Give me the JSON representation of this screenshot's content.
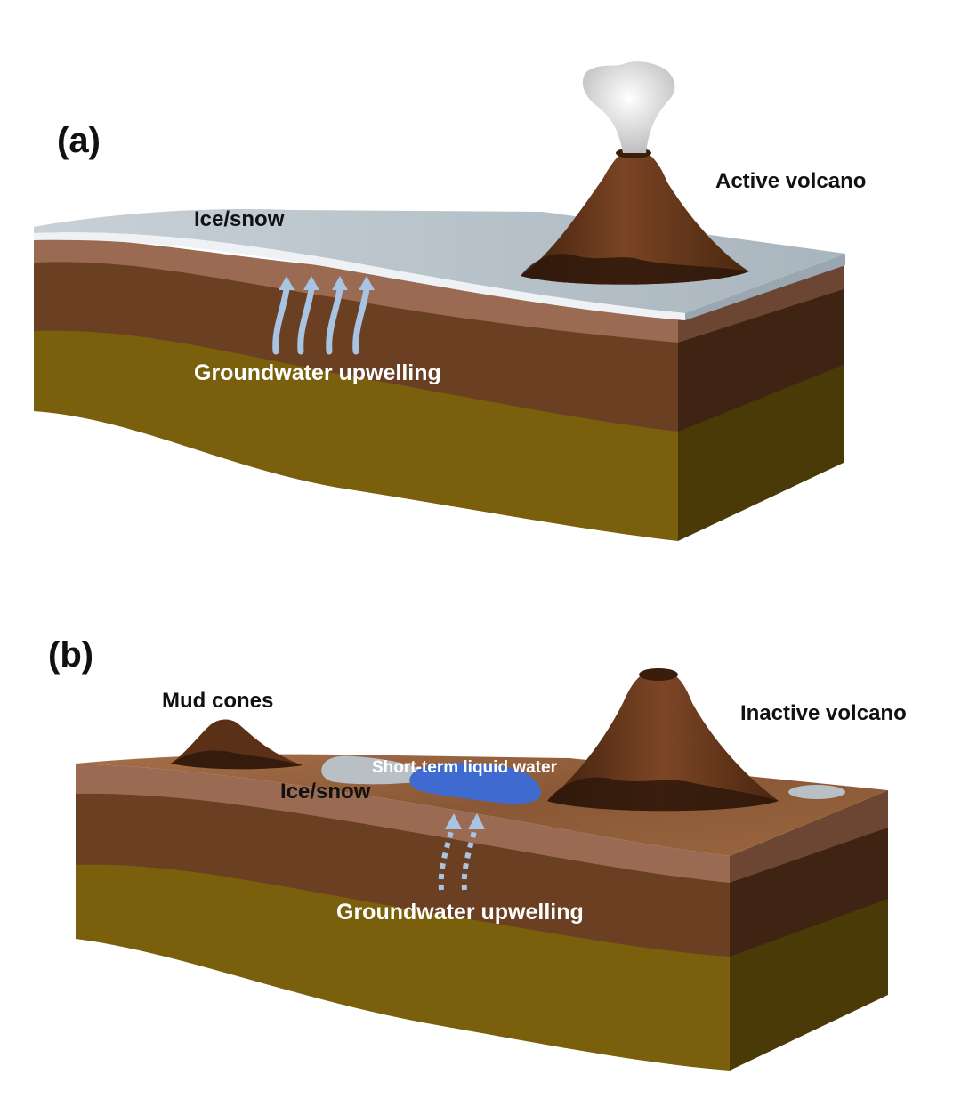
{
  "panel_a": {
    "label": "(a)",
    "ice_label": "Ice/snow",
    "volcano_label": "Active volcano",
    "upwelling_label": "Groundwater upwelling"
  },
  "panel_b": {
    "label": "(b)",
    "mud_label": "Mud cones",
    "volcano_label": "Inactive volcano",
    "water_label": "Short-term liquid water",
    "ice_label": "Ice/snow",
    "upwelling_label": "Groundwater upwelling"
  },
  "colors": {
    "ice": "#b8c3cc",
    "topsoil": "#9e6c52",
    "brown_layer": "#6b3f22",
    "ochre_layer": "#7a5f0c",
    "volcano": "#5a3116",
    "water": "#3f6bd1",
    "arrow": "#a9c4e2"
  }
}
